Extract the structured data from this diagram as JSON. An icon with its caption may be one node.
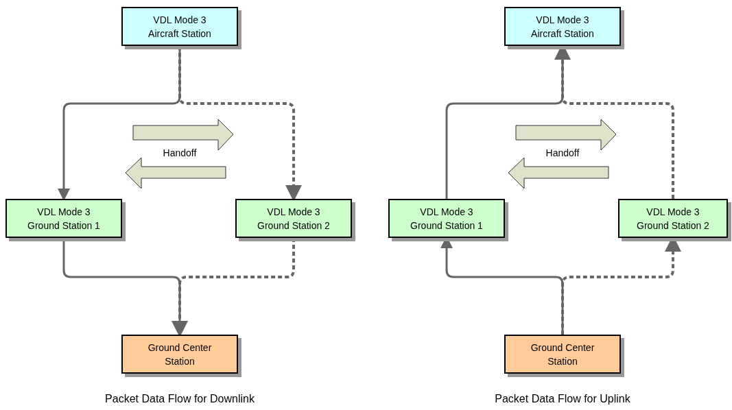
{
  "diagram": {
    "nodes": [
      {
        "text": [
          "VDL Mode 3 Aircraft Station"
        ]
      },
      {
        "text": [
          "VDL Mode 3 Ground Station 1"
        ]
      },
      {
        "text": [
          "VDL Mode 3 Ground Station 2"
        ]
      },
      {
        "text": [
          "Ground Center Station"
        ]
      },
      {
        "text": [
          "VDL Mode 3 Aircraft Station"
        ]
      },
      {
        "text": [
          "VDL Mode 3 Ground Station 1"
        ]
      },
      {
        "text": [
          "VDL Mode 3 Ground Station 2"
        ]
      },
      {
        "text": [
          "Ground Center Station"
        ]
      }
    ],
    "edges": [
      {
        "from": 0,
        "to": 1,
        "arrow": "to"
      },
      {
        "from": 0,
        "to": 2,
        "arrow": "to",
        "style": "dashed"
      },
      {
        "from": 1,
        "to": 3,
        "arrow": "to"
      },
      {
        "from": 2,
        "to": 3,
        "arrow": "to",
        "style": "dashed"
      },
      {
        "from": 7,
        "to": 5,
        "arrow": "to"
      },
      {
        "from": 7,
        "to": 6,
        "arrow": "to",
        "style": "dashed"
      },
      {
        "from": 5,
        "to": 4,
        "arrow": "to"
      },
      {
        "from": 6,
        "to": 4,
        "arrow": "to",
        "style": "dashed"
      }
    ],
    "labels": [
      "Handoff",
      "Packet Data Flow for Downlink",
      "Handoff",
      "Packet Data Flow for Uplink"
    ]
  }
}
